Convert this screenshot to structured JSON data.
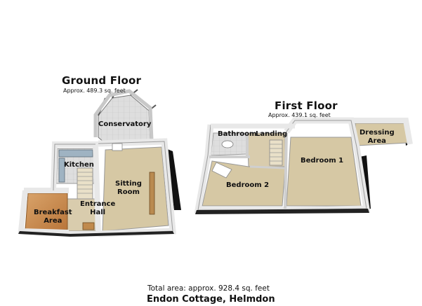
{
  "ground_floor": {
    "title": "Ground Floor",
    "area": "Approx. 489.3 sq. feet",
    "rooms": {
      "conservatory": "Conservatory",
      "kitchen": "Kitchen",
      "sitting_room": "Sitting\nRoom",
      "entrance_hall": "Entrance\nHall",
      "breakfast_area": "Breakfast\nArea"
    }
  },
  "first_floor": {
    "title": "First Floor",
    "area": "Approx. 439.1 sq. feet",
    "rooms": {
      "bathroom": "Bathroom",
      "landing": "Landing",
      "dressing_area": "Dressing\nArea",
      "bedroom_1": "Bedroom 1",
      "bedroom_2": "Bedroom 2"
    }
  },
  "footer": {
    "total_area": "Total area: approx. 928.4 sq. feet",
    "property_name": "Endon Cottage, Helmdon"
  },
  "colors": {
    "wall": "#e6e6e6",
    "wall_shadow": "#9a9a9a",
    "floor_carpet": "#d7c9a3",
    "floor_wood": "#c98a4a",
    "floor_tile": "#d9d9d9",
    "outline": "#1a1a1a"
  }
}
